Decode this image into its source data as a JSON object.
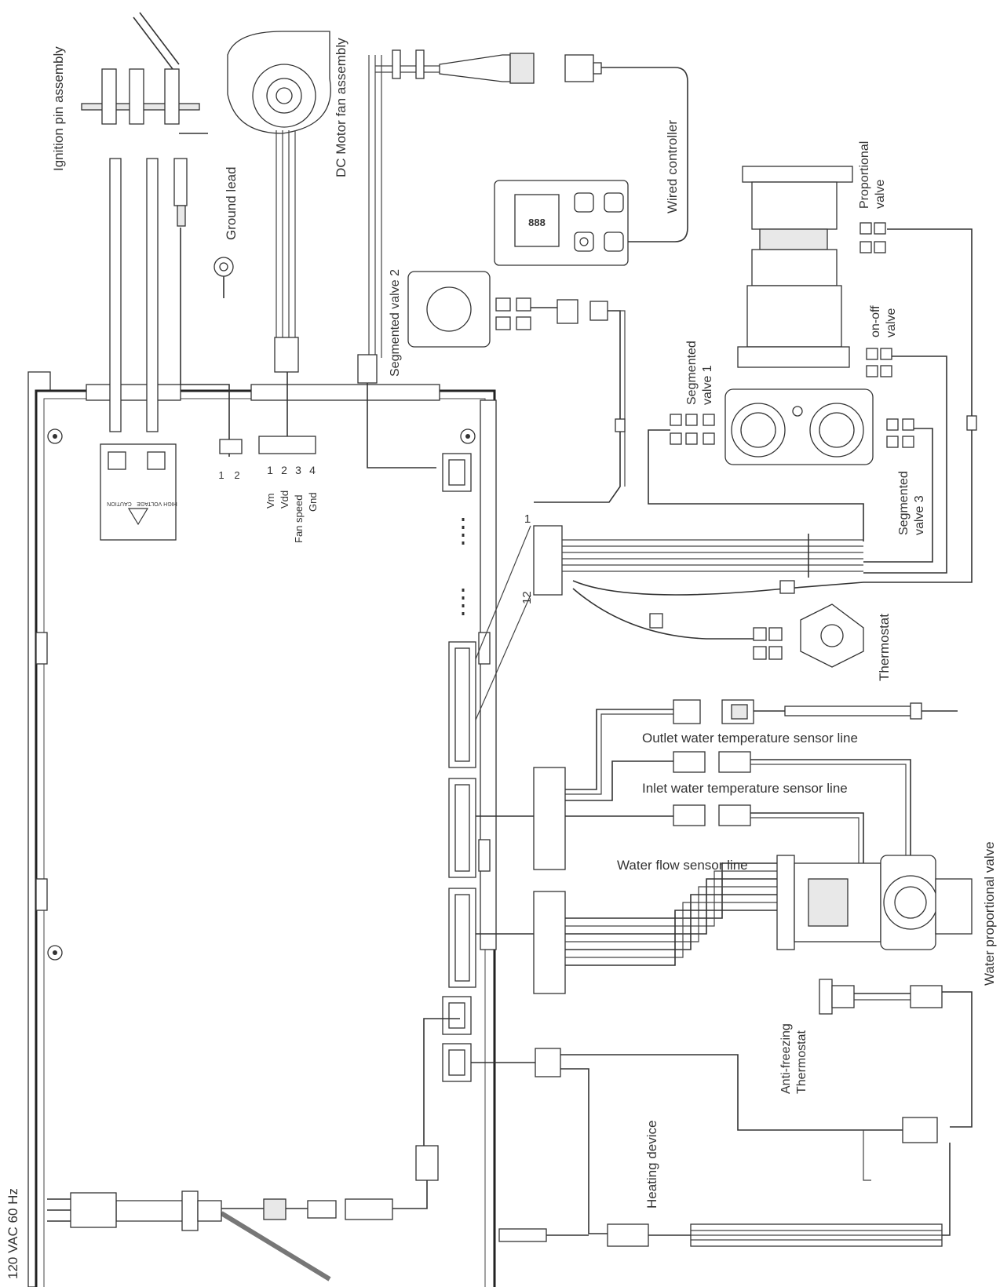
{
  "labels": {
    "ignition": "Ignition pin assembly",
    "fan": "DC Motor fan assembly",
    "ground": "Ground lead",
    "wired_controller": "Wired controller",
    "proportional_valve": "Proportional\nvalve",
    "on_off_valve": "on-off\nvalve",
    "segmented_valve_1": "Segmented\nvalve 1",
    "segmented_valve_2": "Segmented valve 2",
    "segmented_valve_3": "Segmented\nvalve 3",
    "thermostat": "Thermostat",
    "outlet_sensor": "Outlet water temperature sensor line",
    "inlet_sensor": "Inlet water temperature sensor line",
    "flow_sensor": "Water flow sensor line",
    "water_prop_valve": "Water proportional valve",
    "anti_freezing": "Anti-freezing\nThermostat",
    "heating_device": "Heating device",
    "power": "120 VAC 60 Hz"
  },
  "connector_pins": {
    "ground_pins": [
      "1",
      "2"
    ],
    "fan_pins": [
      "1",
      "2",
      "3",
      "4"
    ],
    "fan_pin_names": [
      "Vm",
      "Vdd",
      "Fan speed",
      "Gnd"
    ],
    "harness_first": "1",
    "harness_last": "12"
  },
  "warning_label": {
    "line1": "CAUTION",
    "line2": "HIGH VOLTAGE"
  },
  "controller_display": "888"
}
